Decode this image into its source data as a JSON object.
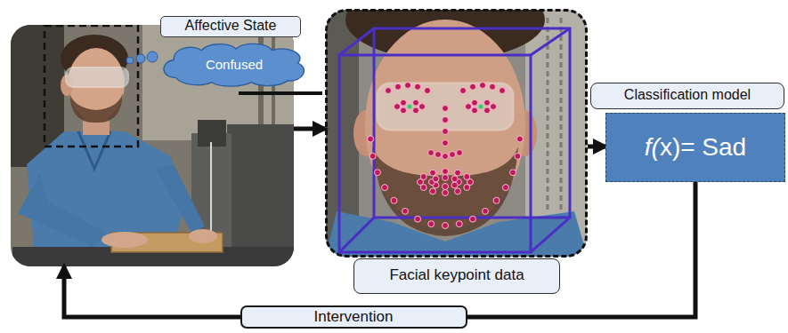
{
  "diagram": {
    "nodes": [
      {
        "text": [
          "Affective State"
        ]
      },
      {
        "text": [
          "Confused"
        ],
        "in": 0
      },
      {
        "text": [
          "Facial keypoint data"
        ]
      },
      {
        "text": [
          "Classification model",
          "f(x)= Sad"
        ]
      }
    ],
    "edges": [
      {
        "from": 0,
        "to": 2,
        "arrow": "to"
      },
      {
        "from": 2,
        "to": 3,
        "arrow": "to"
      },
      {
        "from": 3,
        "to": 0,
        "arrow": "to",
        "label": "Intervention"
      }
    ]
  }
}
